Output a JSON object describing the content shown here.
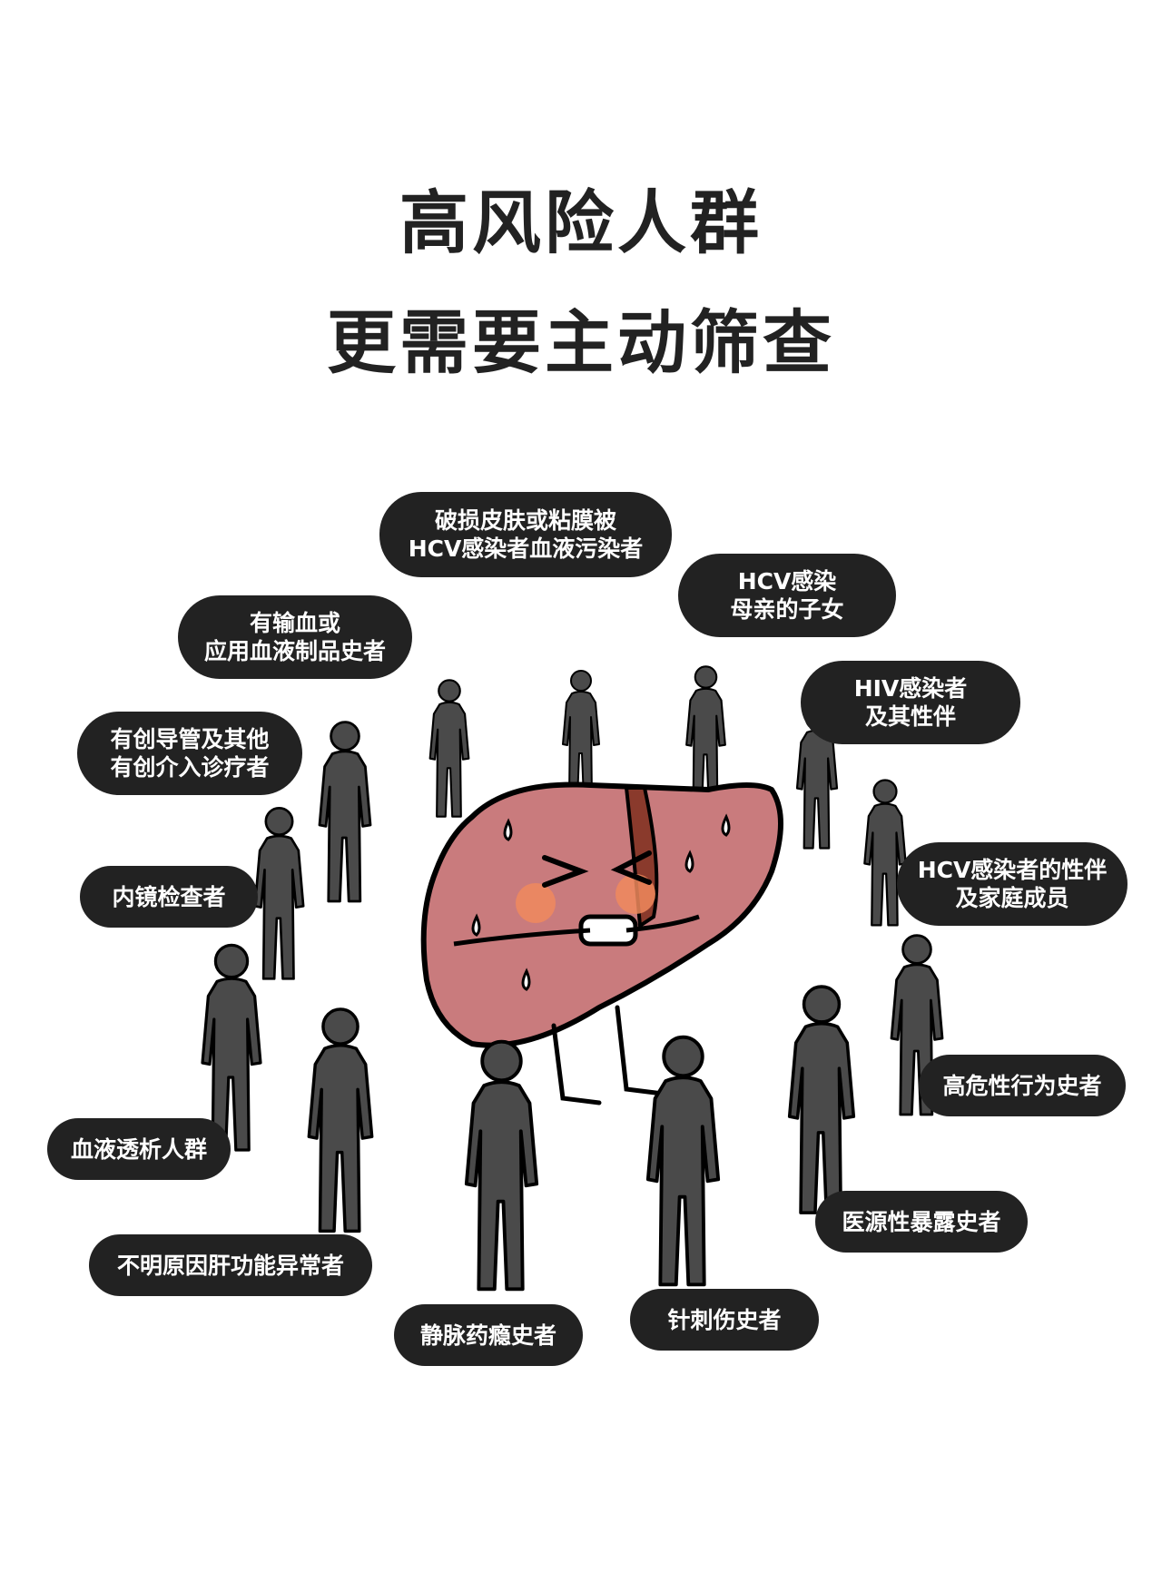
{
  "title": {
    "line1": "高风险人群",
    "line2": "更需要主动筛查"
  },
  "colors": {
    "background": "#ffffff",
    "label_bg": "#222222",
    "label_text": "#ffffff",
    "figure": "#4a4a4a",
    "liver": "#c97b7d",
    "liver_dark": "#8a3a2c",
    "blush": "#f08a5d"
  },
  "labels": [
    {
      "id": "skin",
      "lines": [
        "破损皮肤或粘膜被",
        "HCV感染者血液污染者"
      ]
    },
    {
      "id": "mother",
      "lines": [
        "HCV感染",
        "母亲的子女"
      ]
    },
    {
      "id": "transfusion",
      "lines": [
        "有输血或",
        "应用血液制品史者"
      ]
    },
    {
      "id": "hiv",
      "lines": [
        "HIV感染者",
        "及其性伴"
      ]
    },
    {
      "id": "invasive",
      "lines": [
        "有创导管及其他",
        "有创介入诊疗者"
      ]
    },
    {
      "id": "hcv-partner",
      "lines": [
        "HCV感染者的性伴",
        "及家庭成员"
      ]
    },
    {
      "id": "endoscopy",
      "lines": [
        "内镜检查者"
      ]
    },
    {
      "id": "sexual",
      "lines": [
        "高危性行为史者"
      ]
    },
    {
      "id": "dialysis",
      "lines": [
        "血液透析人群"
      ]
    },
    {
      "id": "iatrogenic",
      "lines": [
        "医源性暴露史者"
      ]
    },
    {
      "id": "liver-abnormal",
      "lines": [
        "不明原因肝功能异常者"
      ]
    },
    {
      "id": "needle",
      "lines": [
        "针刺伤史者"
      ]
    },
    {
      "id": "drug",
      "lines": [
        "静脉药瘾史者"
      ]
    }
  ],
  "icons": {
    "center": "sweating-liver-icon",
    "people": "person-silhouette-icon"
  }
}
